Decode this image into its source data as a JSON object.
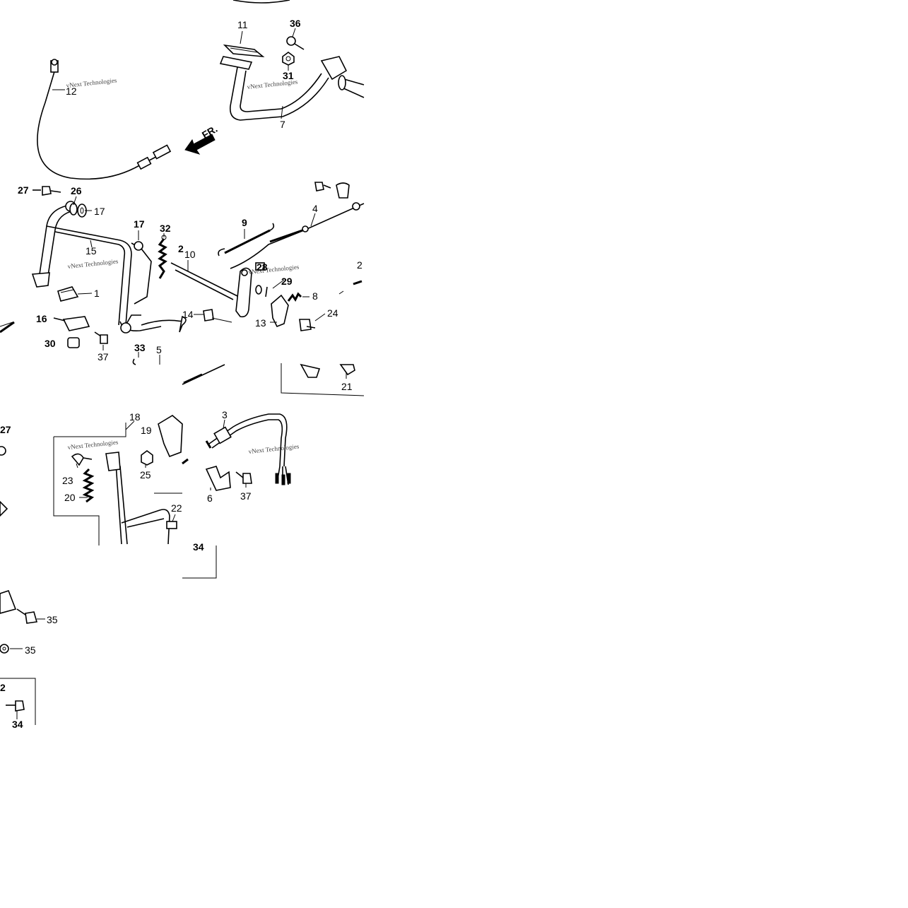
{
  "watermark": "vNext Technologies",
  "direction_label": "FR.",
  "callouts": [
    {
      "id": "c11",
      "text": "11"
    },
    {
      "id": "c36",
      "text": "36"
    },
    {
      "id": "c31",
      "text": "31"
    },
    {
      "id": "c7",
      "text": "7"
    },
    {
      "id": "c12",
      "text": "12"
    },
    {
      "id": "c27a",
      "text": "27"
    },
    {
      "id": "c26",
      "text": "26"
    },
    {
      "id": "c17a",
      "text": "17"
    },
    {
      "id": "c17b",
      "text": "17"
    },
    {
      "id": "c32",
      "text": "32"
    },
    {
      "id": "c15",
      "text": "15"
    },
    {
      "id": "c1",
      "text": "1"
    },
    {
      "id": "c16",
      "text": "16"
    },
    {
      "id": "c30",
      "text": "30"
    },
    {
      "id": "c37a",
      "text": "37"
    },
    {
      "id": "c33",
      "text": "33"
    },
    {
      "id": "c5",
      "text": "5"
    },
    {
      "id": "c9",
      "text": "9"
    },
    {
      "id": "c4",
      "text": "4"
    },
    {
      "id": "c10",
      "text": "10"
    },
    {
      "id": "c2a",
      "text": "2"
    },
    {
      "id": "c2b",
      "text": "2"
    },
    {
      "id": "c28",
      "text": "28"
    },
    {
      "id": "c29",
      "text": "29"
    },
    {
      "id": "c8",
      "text": "8"
    },
    {
      "id": "c14",
      "text": "14"
    },
    {
      "id": "c13",
      "text": "13"
    },
    {
      "id": "c24",
      "text": "24"
    },
    {
      "id": "c21",
      "text": "21"
    },
    {
      "id": "c27b",
      "text": "27"
    },
    {
      "id": "c18",
      "text": "18"
    },
    {
      "id": "c19",
      "text": "19"
    },
    {
      "id": "c23",
      "text": "23"
    },
    {
      "id": "c25",
      "text": "25"
    },
    {
      "id": "c20",
      "text": "20"
    },
    {
      "id": "c22",
      "text": "22"
    },
    {
      "id": "c3",
      "text": "3"
    },
    {
      "id": "c6",
      "text": "6"
    },
    {
      "id": "c37b",
      "text": "37"
    },
    {
      "id": "c34a",
      "text": "34"
    },
    {
      "id": "c35a",
      "text": "35"
    },
    {
      "id": "c35b",
      "text": "35"
    },
    {
      "id": "c34b",
      "text": "34"
    },
    {
      "id": "c2c",
      "text": "2"
    }
  ]
}
